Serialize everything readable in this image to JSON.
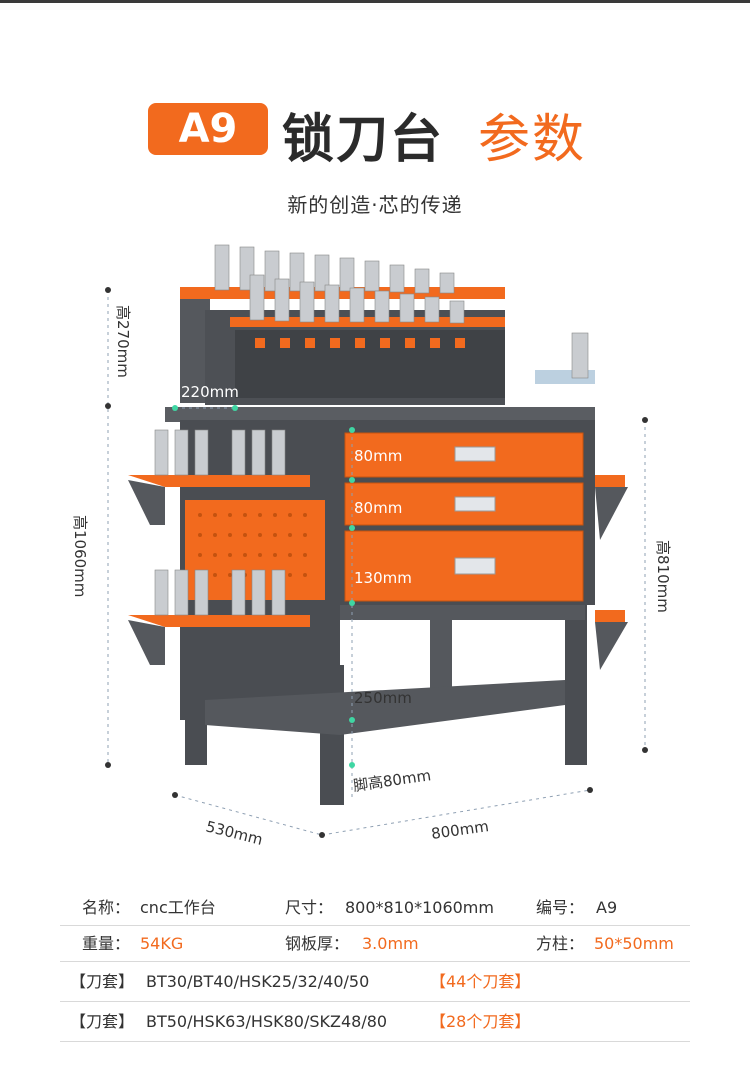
{
  "header": {
    "badge": "A9",
    "title_main": "锁刀台",
    "title_accent": "参数",
    "subtitle": "新的创造·芯的传递"
  },
  "dimensions": {
    "top_height": "高270mm",
    "shelf_width": "220mm",
    "total_height": "高1060mm",
    "drawer_1": "80mm",
    "drawer_2": "80mm",
    "drawer_3": "130mm",
    "cabinet_height": "高810mm",
    "under_space": "250mm",
    "foot_height": "脚高80mm",
    "depth": "530mm",
    "width": "800mm"
  },
  "specs": {
    "row1": {
      "name_label": "名称：",
      "name_value": "cnc工作台",
      "size_label": "尺寸：",
      "size_value": "800*810*1060mm",
      "code_label": "编号：",
      "code_value": "A9"
    },
    "row2": {
      "weight_label": "重量：",
      "weight_value": "54KG",
      "plate_label": "钢板厚：",
      "plate_value": "3.0mm",
      "post_label": "方柱：",
      "post_value": "50*50mm"
    },
    "row3": {
      "tag": "【刀套】",
      "models": "BT30/BT40/HSK25/32/40/50",
      "count": "【44个刀套】"
    },
    "row4": {
      "tag": "【刀套】",
      "models": "BT50/HSK63/HSK80/SKZ48/80",
      "count": "【28个刀套】"
    }
  },
  "colors": {
    "accent": "#f26a1e",
    "frame": "#4a4d52",
    "text": "#333333"
  }
}
